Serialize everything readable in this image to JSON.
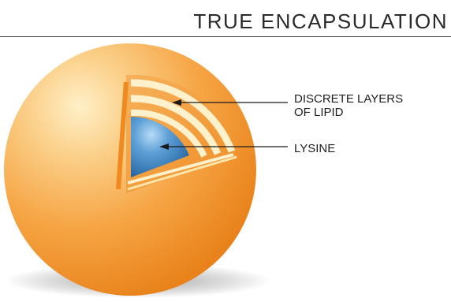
{
  "header": {
    "title": "TRUE ENCAPSULATION"
  },
  "labels": {
    "lipid": {
      "line1": "DISCRETE LAYERS",
      "line2": "OF LIPID"
    },
    "lysine": "LYSINE"
  },
  "colors": {
    "sphere_light": "#fde3a6",
    "sphere_mid": "#f9b155",
    "sphere_dark": "#ee8a1e",
    "cut_face": "#f59a36",
    "lipid_layer_light": "#fff1cc",
    "core_light": "#8fc3ec",
    "core_dark": "#1d63a3",
    "callout_line": "#1a1a1a"
  }
}
